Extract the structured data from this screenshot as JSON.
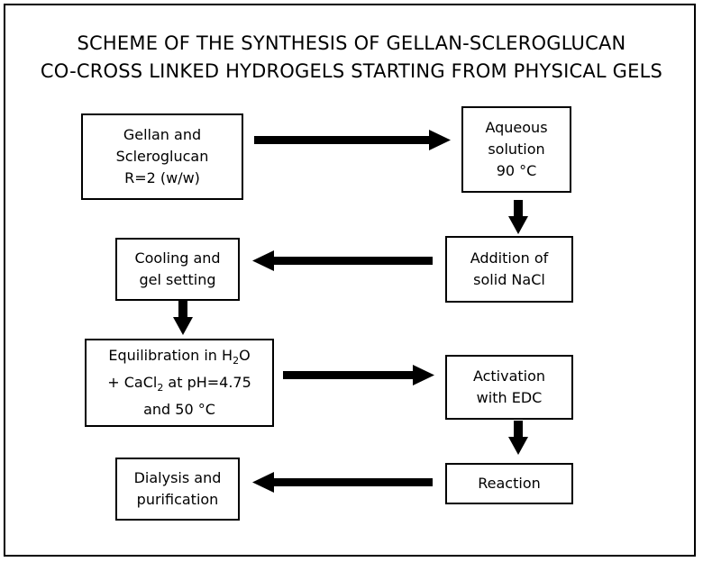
{
  "title": {
    "line1": "SCHEME OF THE SYNTHESIS OF GELLAN-SCLEROGLUCAN",
    "line2": "CO-CROSS LINKED HYDROGELS STARTING FROM PHYSICAL GELS"
  },
  "steps": {
    "gellan": {
      "l1": "Gellan and",
      "l2": "Scleroglucan",
      "l3": "R=2 (w/w)"
    },
    "aqueous": {
      "l1": "Aqueous",
      "l2": "solution",
      "l3": "90 °C"
    },
    "nacl": {
      "l1": "Addition of",
      "l2": "solid NaCl"
    },
    "cooling": {
      "l1": "Cooling and",
      "l2": "gel setting"
    },
    "equil": {
      "l1a": "Equilibration  in H",
      "l1sub": "2",
      "l1b": "O",
      "l2a": "+ CaCl",
      "l2sub": "2",
      "l2b": " at pH=4.75",
      "l3": "and 50 °C"
    },
    "activation": {
      "l1": "Activation",
      "l2": "with EDC"
    },
    "reaction": {
      "l1": "Reaction"
    },
    "dialysis": {
      "l1": "Dialysis and",
      "l2": "purification"
    }
  }
}
